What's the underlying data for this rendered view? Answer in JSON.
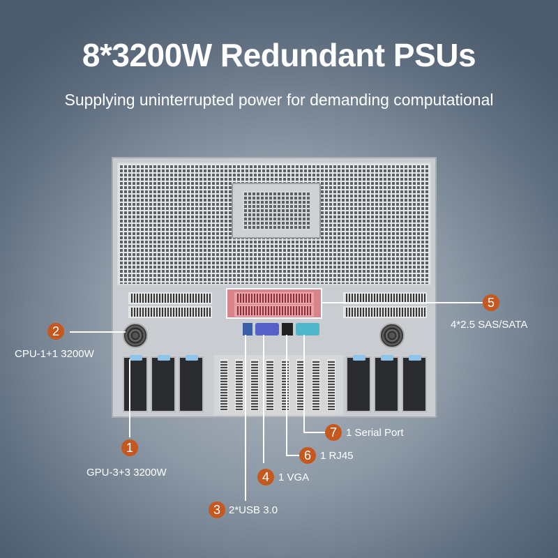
{
  "header": {
    "title": "8*3200W Redundant PSUs",
    "subtitle": "Supplying uninterrupted power for demanding computational"
  },
  "callouts": [
    {
      "number": "1",
      "label": "GPU-3+3 3200W"
    },
    {
      "number": "2",
      "label": "CPU-1+1 3200W"
    },
    {
      "number": "3",
      "label": "2*USB 3.0"
    },
    {
      "number": "4",
      "label": "1 VGA"
    },
    {
      "number": "5",
      "label": "4*2.5 SAS/SATA"
    },
    {
      "number": "6",
      "label": "1 RJ45"
    },
    {
      "number": "7",
      "label": "1 Serial Port"
    }
  ],
  "colors": {
    "accent": "#c4581f",
    "highlight": "#d9848a",
    "vga": "#5660c8",
    "serial": "#4fb7c9"
  }
}
